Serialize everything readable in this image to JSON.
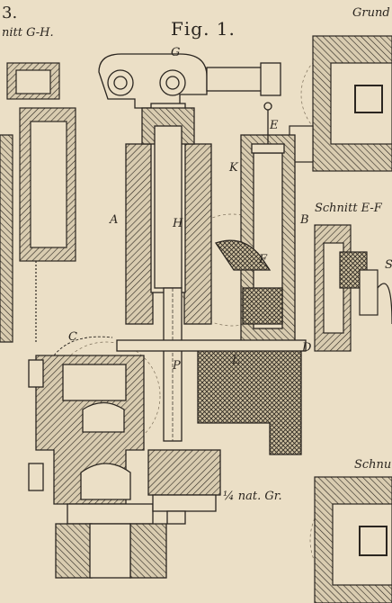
{
  "figure_title": "Fig. 1.",
  "corner_number": "3.",
  "section_label_left": "nitt  G-H.",
  "section_label_right": "Schnitt E-F",
  "top_right_fragment": "Grund",
  "bottom_right_fragment": "Schnu",
  "scale_note": "¼ nat. Gr.",
  "labels": {
    "G": "G",
    "E": "E",
    "K": "K",
    "A": "A",
    "H": "H",
    "B": "B",
    "F": "F",
    "C": "C",
    "P": "P",
    "L": "L",
    "D": "D",
    "S": "S"
  },
  "colors": {
    "paper": "#ebdfc6",
    "ink": "#2b2620",
    "shade": "#8d7f6a"
  }
}
